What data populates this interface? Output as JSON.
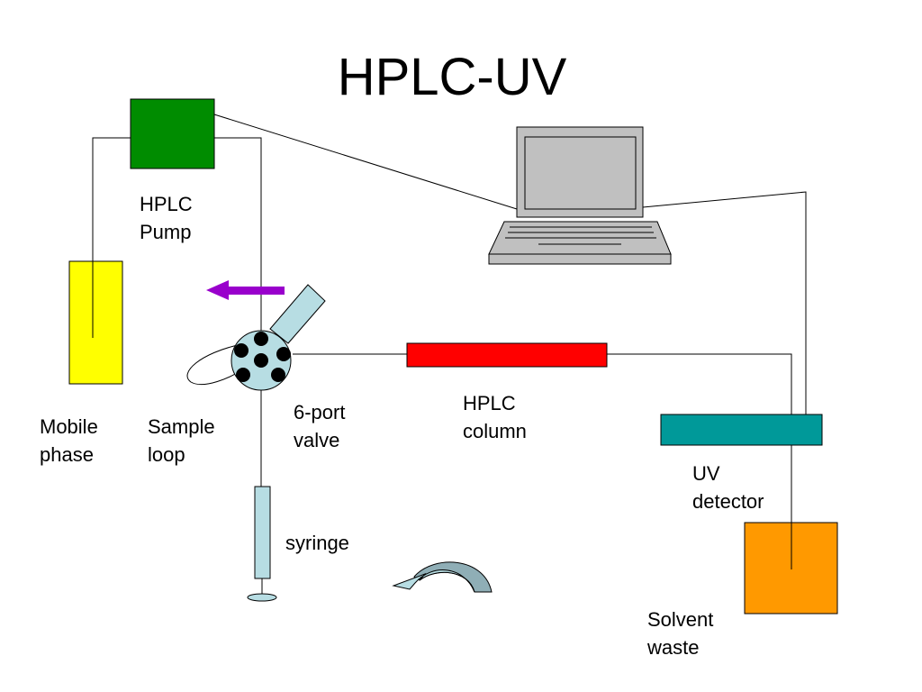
{
  "title": "HPLC-UV",
  "labels": {
    "pump": [
      "HPLC",
      "Pump"
    ],
    "mobile_phase": [
      "Mobile",
      "phase"
    ],
    "sample_loop": [
      "Sample",
      "loop"
    ],
    "valve": [
      "6-port",
      "valve"
    ],
    "column": [
      "HPLC",
      "column"
    ],
    "detector": [
      "UV",
      "detector"
    ],
    "syringe": "syringe",
    "waste": [
      "Solvent",
      "waste"
    ]
  },
  "colors": {
    "pump": "#008c00",
    "mobile_phase": "#ffff00",
    "column": "#ff0000",
    "detector": "#009999",
    "waste": "#ff9900",
    "valve": "#b7dde3",
    "syringe": "#b7dde3",
    "arrow_left": "#9900cc",
    "curved_arrow": "#b7dde3",
    "computer": "#c0c0c0"
  },
  "icons": {
    "direction_arrow": "left-arrow-icon",
    "rotate_arrow": "curved-arrow-icon",
    "computer": "laptop-icon"
  }
}
